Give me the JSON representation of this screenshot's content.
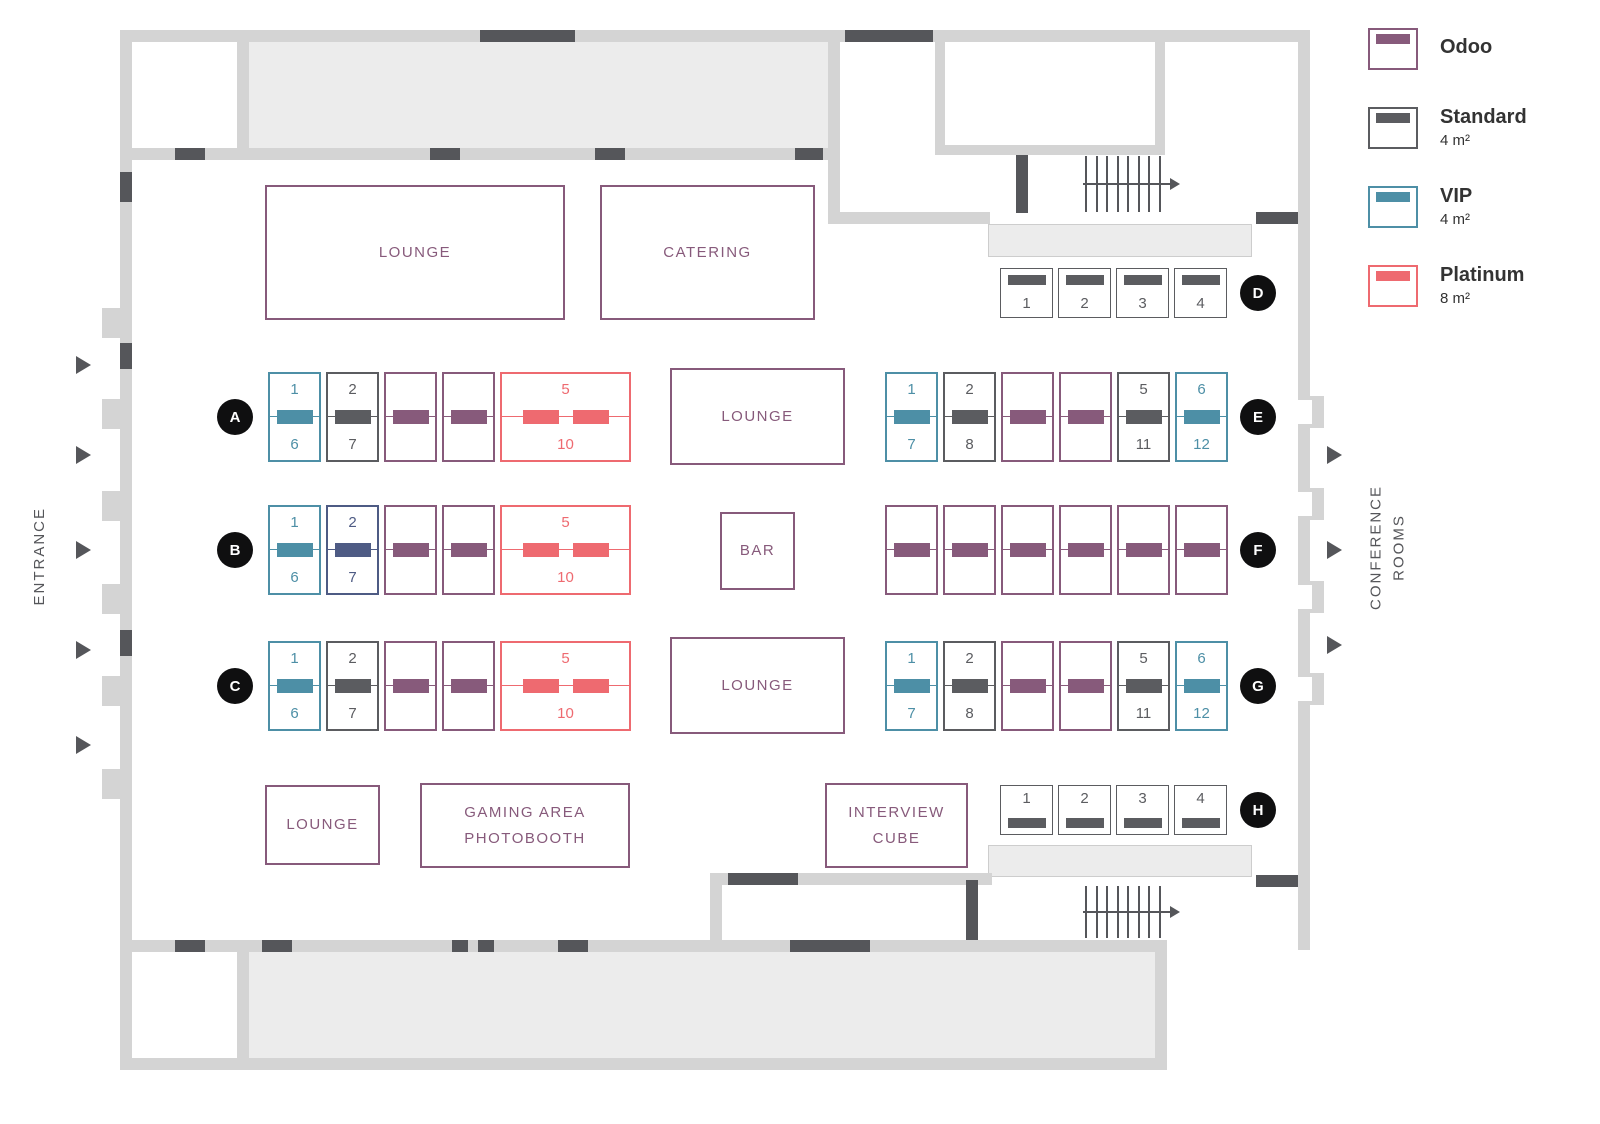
{
  "colors": {
    "odoo": "#875A7B",
    "standard": "#5B5C60",
    "vip": "#4D8FA6",
    "platinum": "#EE6A70",
    "reserved": "#4E5B84",
    "wall_light": "#D4D4D4",
    "wall_dark": "#55565A",
    "room_fill": "#ECECEC",
    "marker_bg": "#0F0F10",
    "area_label": "#875A7B"
  },
  "side_labels": {
    "entrance": "ENTRANCE",
    "conference_rooms": "CONFERENCE\nROOMS"
  },
  "areas": {
    "lounge_top": "LOUNGE",
    "catering": "CATERING",
    "lounge_center_top": "LOUNGE",
    "bar": "BAR",
    "lounge_center_bottom": "LOUNGE",
    "lounge_bottom_left": "LOUNGE",
    "gaming_area": "GAMING AREA\nPHOTOBOOTH",
    "interview_cube": "INTERVIEW CUBE"
  },
  "legend": {
    "items": [
      {
        "id": "odoo",
        "label": "Odoo",
        "area": ""
      },
      {
        "id": "standard",
        "label": "Standard",
        "area": "4 m²"
      },
      {
        "id": "vip",
        "label": "VIP",
        "area": "4 m²"
      },
      {
        "id": "platinum",
        "label": "Platinum",
        "area": "8 m²"
      }
    ]
  },
  "booth_rows": [
    {
      "id": "A",
      "marker": "A",
      "booths": [
        {
          "kind": "duplex",
          "category": "vip",
          "top": "1",
          "bottom": "6"
        },
        {
          "kind": "duplex",
          "category": "standard",
          "top": "2",
          "bottom": "7"
        },
        {
          "kind": "plain",
          "category": "odoo"
        },
        {
          "kind": "plain",
          "category": "odoo"
        },
        {
          "kind": "platinum",
          "category": "platinum",
          "top": "5",
          "bottom": "10"
        }
      ]
    },
    {
      "id": "B",
      "marker": "B",
      "booths": [
        {
          "kind": "duplex",
          "category": "vip",
          "top": "1",
          "bottom": "6"
        },
        {
          "kind": "duplex",
          "category": "reserved",
          "top": "2",
          "bottom": "7"
        },
        {
          "kind": "plain",
          "category": "odoo"
        },
        {
          "kind": "plain",
          "category": "odoo"
        },
        {
          "kind": "platinum",
          "category": "platinum",
          "top": "5",
          "bottom": "10"
        }
      ]
    },
    {
      "id": "C",
      "marker": "C",
      "booths": [
        {
          "kind": "duplex",
          "category": "vip",
          "top": "1",
          "bottom": "6"
        },
        {
          "kind": "duplex",
          "category": "standard",
          "top": "2",
          "bottom": "7"
        },
        {
          "kind": "plain",
          "category": "odoo"
        },
        {
          "kind": "plain",
          "category": "odoo"
        },
        {
          "kind": "platinum",
          "category": "platinum",
          "top": "5",
          "bottom": "10"
        }
      ]
    },
    {
      "id": "D",
      "marker": "D",
      "booths": [
        {
          "kind": "bar-top",
          "category": "standard",
          "num": "1"
        },
        {
          "kind": "bar-top",
          "category": "standard",
          "num": "2"
        },
        {
          "kind": "bar-top",
          "category": "standard",
          "num": "3"
        },
        {
          "kind": "bar-top",
          "category": "standard",
          "num": "4"
        }
      ]
    },
    {
      "id": "E",
      "marker": "E",
      "booths": [
        {
          "kind": "duplex",
          "category": "vip",
          "top": "1",
          "bottom": "7"
        },
        {
          "kind": "duplex",
          "category": "standard",
          "top": "2",
          "bottom": "8"
        },
        {
          "kind": "plain",
          "category": "odoo"
        },
        {
          "kind": "plain",
          "category": "odoo"
        },
        {
          "kind": "duplex",
          "category": "standard",
          "top": "5",
          "bottom": "11"
        },
        {
          "kind": "duplex",
          "category": "vip",
          "top": "6",
          "bottom": "12"
        }
      ]
    },
    {
      "id": "F",
      "marker": "F",
      "booths": [
        {
          "kind": "plain",
          "category": "odoo"
        },
        {
          "kind": "plain",
          "category": "odoo"
        },
        {
          "kind": "plain",
          "category": "odoo"
        },
        {
          "kind": "plain",
          "category": "odoo"
        },
        {
          "kind": "plain",
          "category": "odoo"
        },
        {
          "kind": "plain",
          "category": "odoo"
        }
      ]
    },
    {
      "id": "G",
      "marker": "G",
      "booths": [
        {
          "kind": "duplex",
          "category": "vip",
          "top": "1",
          "bottom": "7"
        },
        {
          "kind": "duplex",
          "category": "standard",
          "top": "2",
          "bottom": "8"
        },
        {
          "kind": "plain",
          "category": "odoo"
        },
        {
          "kind": "plain",
          "category": "odoo"
        },
        {
          "kind": "duplex",
          "category": "standard",
          "top": "5",
          "bottom": "11"
        },
        {
          "kind": "duplex",
          "category": "vip",
          "top": "6",
          "bottom": "12"
        }
      ]
    },
    {
      "id": "H",
      "marker": "H",
      "booths": [
        {
          "kind": "bar-bottom",
          "category": "standard",
          "num": "1"
        },
        {
          "kind": "bar-bottom",
          "category": "standard",
          "num": "2"
        },
        {
          "kind": "bar-bottom",
          "category": "standard",
          "num": "3"
        },
        {
          "kind": "bar-bottom",
          "category": "standard",
          "num": "4"
        }
      ]
    }
  ]
}
